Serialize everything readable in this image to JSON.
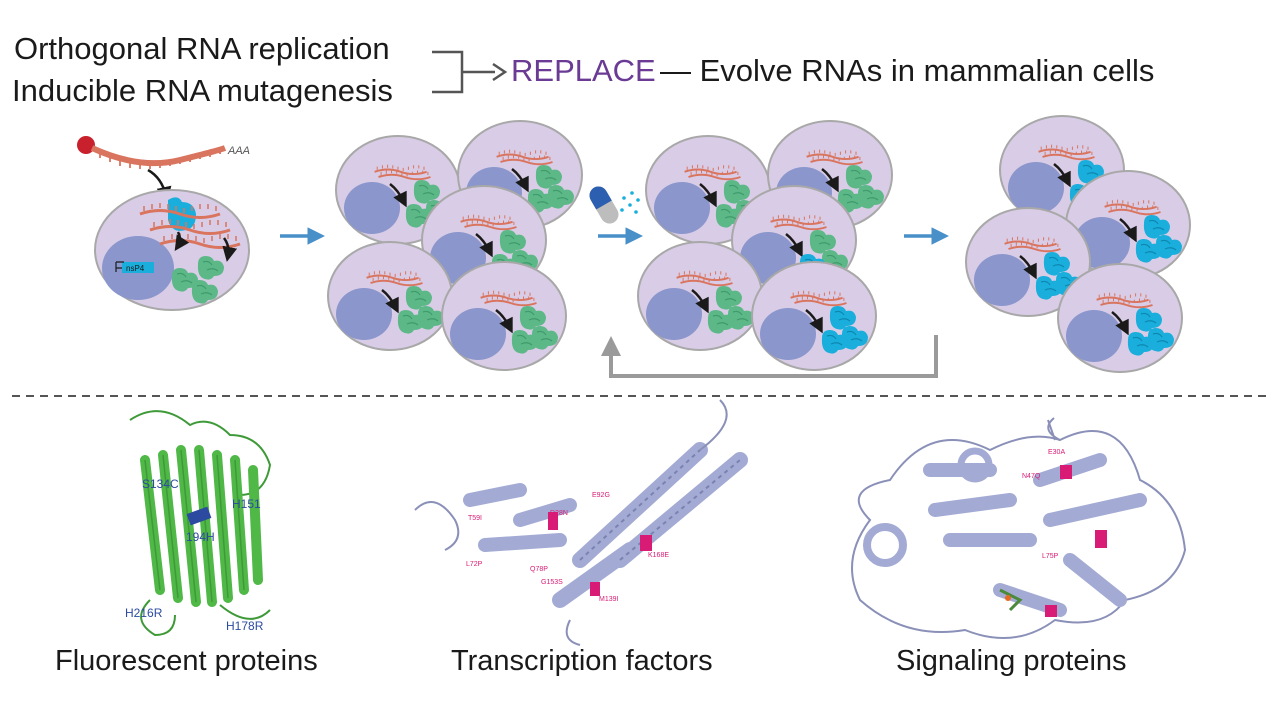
{
  "header": {
    "line1": "Orthogonal RNA replication",
    "line2": "Inducible RNA mutagenesis",
    "method_name": "REPLACE",
    "tagline": "— Evolve RNAs in mammalian cells"
  },
  "construct": {
    "poly_a": "AAA",
    "gene_label": "nsP4"
  },
  "panels": {
    "fluorescent": {
      "label": "Fluorescent proteins",
      "mutations": [
        "S134C",
        "H151",
        "194H",
        "H216R",
        "H178R"
      ]
    },
    "transcription": {
      "label": "Transcription factors",
      "mutations": [
        "T59I",
        "E92G",
        "D28N",
        "L72P",
        "Q78P",
        "K168E",
        "G153S",
        "M139I"
      ]
    },
    "signaling": {
      "label": "Signaling proteins",
      "mutations": [
        "E30A",
        "N47Q",
        "L75P"
      ]
    }
  },
  "colors": {
    "method": "#6a3a94",
    "cell_fill": "#d9cce6",
    "nucleus": "#8a96cc",
    "protein_initial": "#5cb887",
    "protein_evolved": "#1aaedc",
    "arrow": "#4a90c8",
    "fp_structure": "#4fb847",
    "tf_structure": "#a3abd4",
    "mutation_highlight": "#d81b75"
  }
}
